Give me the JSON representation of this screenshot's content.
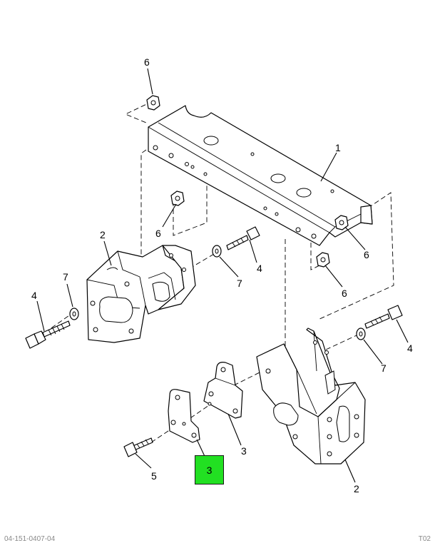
{
  "callouts": {
    "c6_top": "6",
    "c1": "1",
    "c6_mid_left": "6",
    "c6_right": "6",
    "c6_lower_right": "6",
    "c2_left": "2",
    "c4_center": "4",
    "c7_center": "7",
    "c7_left": "7",
    "c4_left": "4",
    "c4_right": "4",
    "c7_right": "7",
    "c3_center": "3",
    "c5": "5",
    "c2_bottom": "2"
  },
  "highlight": {
    "label": "3",
    "color": "#22e022"
  },
  "footer": {
    "left": "04-151-0407-04",
    "right": "T02"
  }
}
